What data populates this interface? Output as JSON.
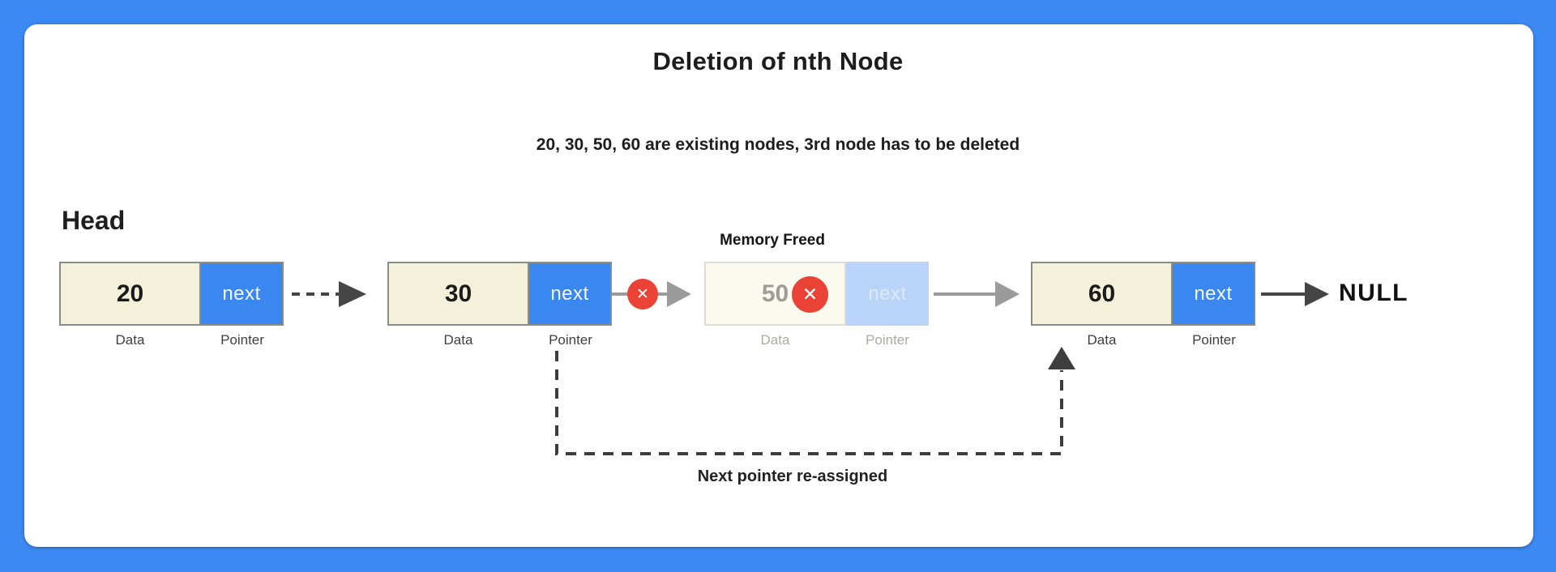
{
  "title": "Deletion of nth Node",
  "subtitle": "20, 30, 50, 60 are existing nodes, 3rd node has to be deleted",
  "head_label": "Head",
  "memory_freed_label": "Memory Freed",
  "null_label": "NULL",
  "reassign_label": "Next pointer re-assigned",
  "delete_icon_glyph": "✕",
  "nodes": [
    {
      "value": "20",
      "next_label": "next",
      "data_caption": "Data",
      "pointer_caption": "Pointer",
      "state": "active"
    },
    {
      "value": "30",
      "next_label": "next",
      "data_caption": "Data",
      "pointer_caption": "Pointer",
      "state": "active"
    },
    {
      "value": "50",
      "next_label": "next",
      "data_caption": "Data",
      "pointer_caption": "Pointer",
      "state": "freed"
    },
    {
      "value": "60",
      "next_label": "next",
      "data_caption": "Data",
      "pointer_caption": "Pointer",
      "state": "active"
    }
  ],
  "colors": {
    "frame_blue": "#3c89f3",
    "pointer_blue": "#3b87f0",
    "freed_pointer_blue": "#b9d4f8",
    "data_cream": "#f4f1da",
    "freed_data_cream": "#fbfaf0",
    "delete_red": "#ea4335",
    "arrow_dark": "#454545",
    "arrow_gray": "#9b9b9b",
    "reassign_dark": "#3d3d3d"
  }
}
